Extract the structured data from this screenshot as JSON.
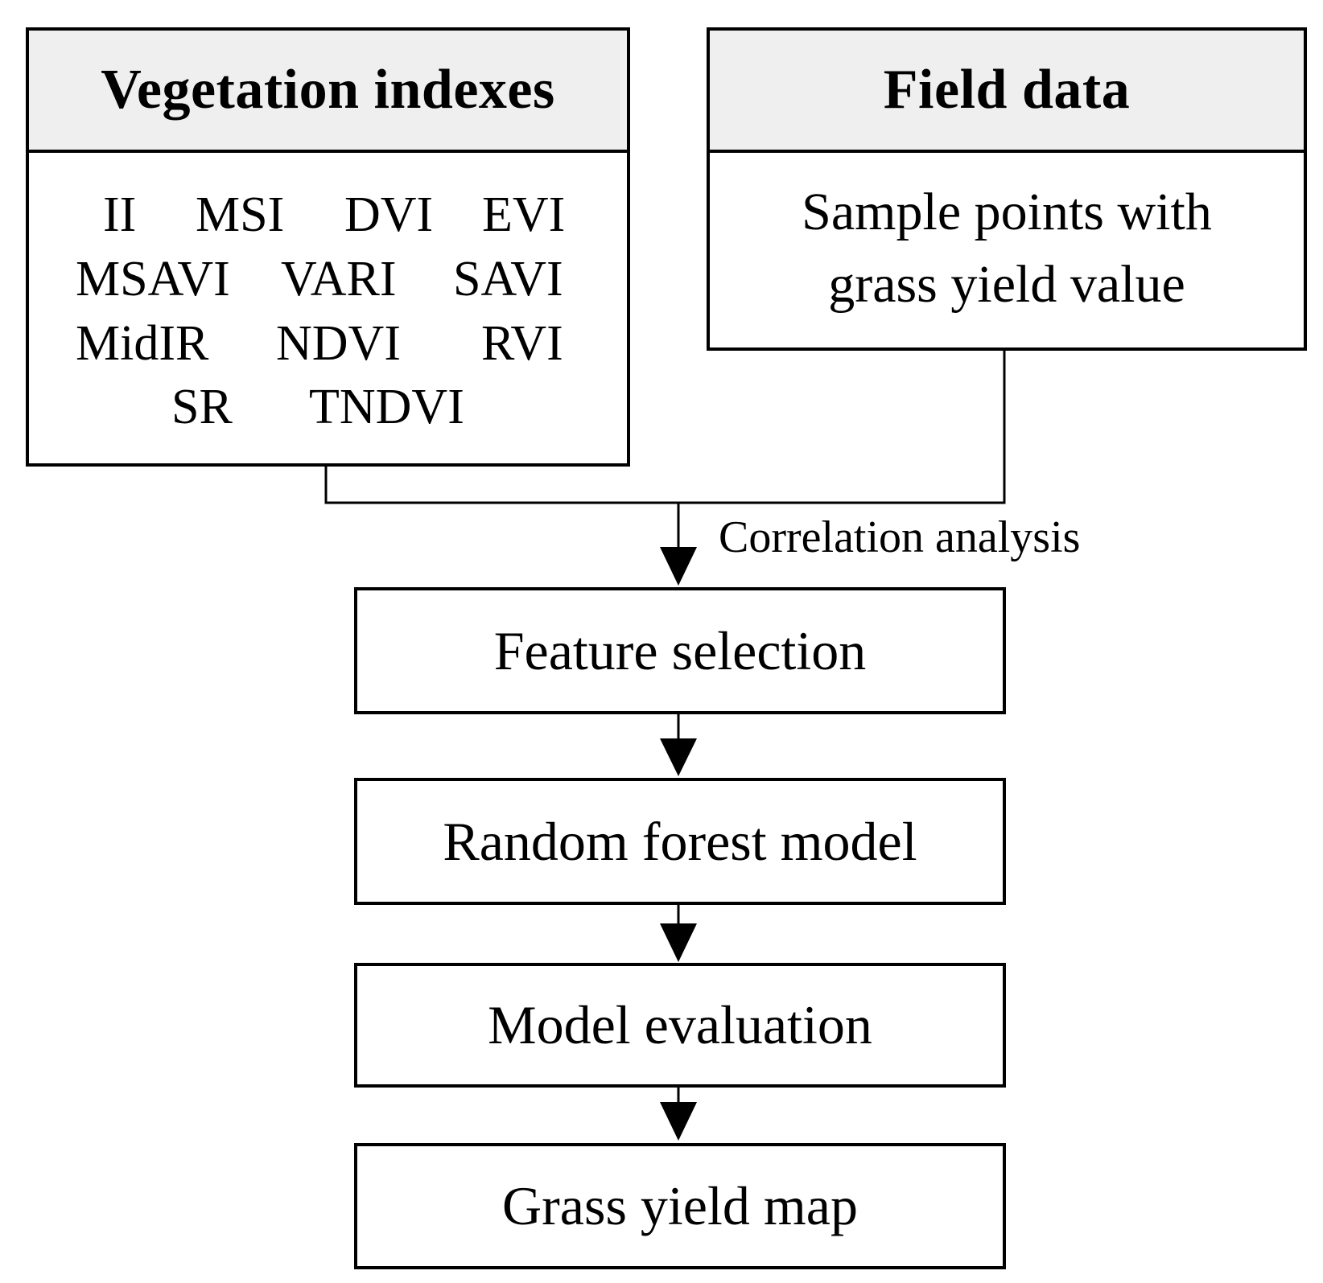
{
  "vegetation_indexes": {
    "title": "Vegetation indexes",
    "items": [
      "II",
      "MSI",
      "DVI",
      "EVI",
      "MSAVI",
      "VARI",
      "SAVI",
      "MidIR",
      "NDVI",
      "RVI",
      "SR",
      "TNDVI"
    ]
  },
  "field_data": {
    "title": "Field data",
    "line1": "Sample points with",
    "line2": "grass yield value"
  },
  "edge_label": "Correlation analysis",
  "steps": {
    "feature_selection": "Feature selection",
    "random_forest": "Random forest model",
    "model_evaluation": "Model evaluation",
    "grass_yield_map": "Grass yield map"
  }
}
